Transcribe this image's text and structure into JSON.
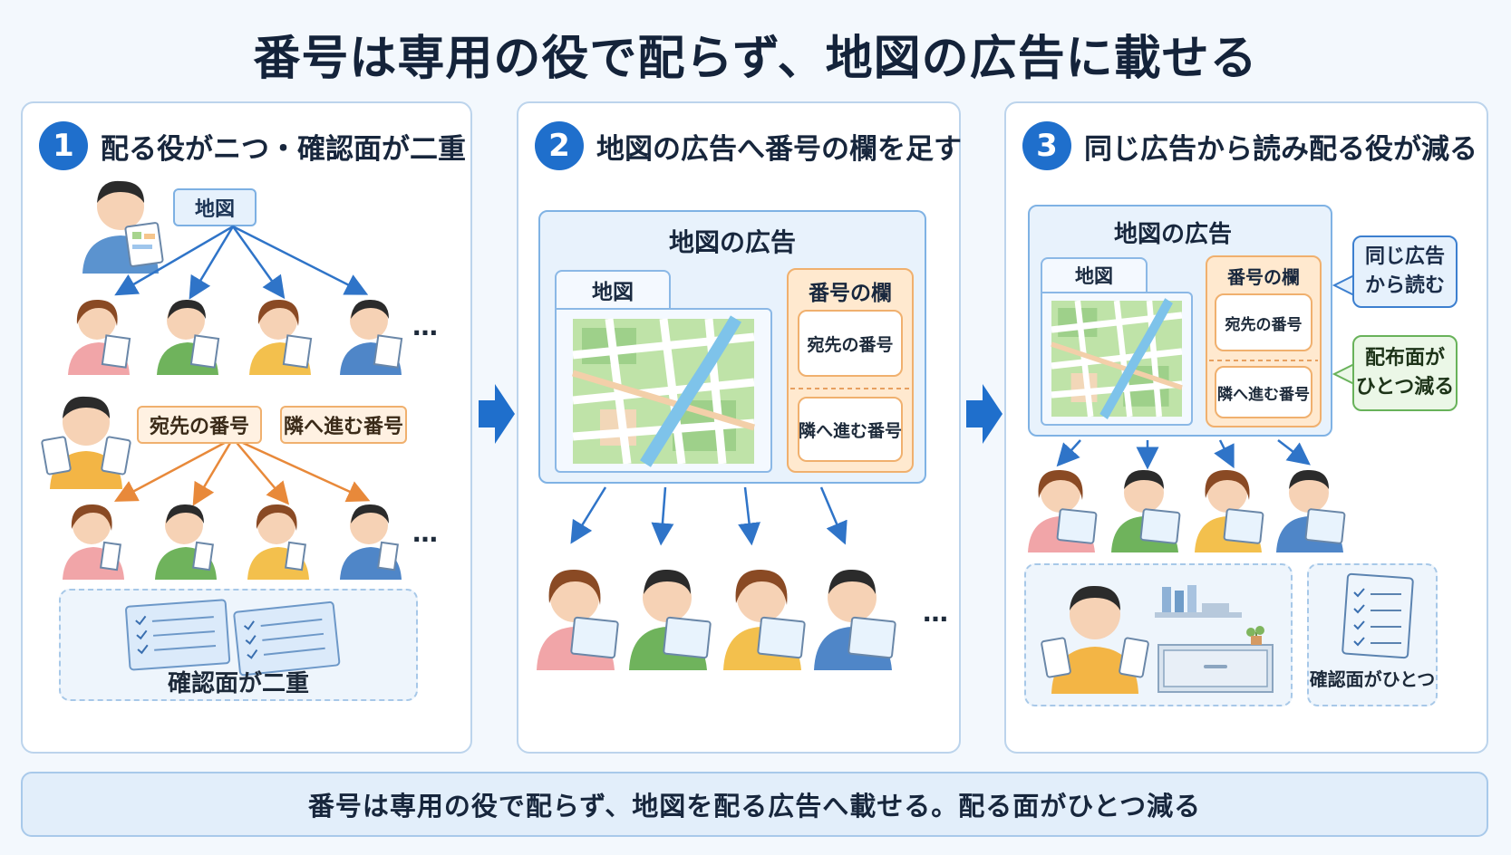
{
  "title": "番号は専用の役で配らず、地図の広告に載せる",
  "steps": [
    {
      "number": "1",
      "title": "配る役がニつ・確認面が二重",
      "map_tag": "地図",
      "dest_tag": "宛先の番号",
      "next_tag": "隣へ進む番号",
      "ellipsis": "…",
      "caption": "確認面が二重"
    },
    {
      "number": "2",
      "title": "地図の広告へ番号の欄を足す",
      "ad_label": "地図の広告",
      "map_tab": "地図",
      "num_col": "番号の欄",
      "dest_card": "宛先の番号",
      "next_card": "隣へ進む番号",
      "ellipsis": "…"
    },
    {
      "number": "3",
      "title": "同じ広告から読み配る役が減る",
      "ad_label": "地図の広告",
      "map_tab": "地図",
      "num_col": "番号の欄",
      "dest_card": "宛先の番号",
      "next_card": "隣へ進む番号",
      "callout_same": "同じ広告\nから読む",
      "callout_less": "配布面が\nひとつ減る",
      "caption": "確認面がひとつ"
    }
  ],
  "footer": "番号は専用の役で配らず、地図を配る広告へ載せる。配る面がひとつ減る",
  "colors": {
    "accent_blue": "#1f6fcc",
    "arrow_orange": "#e8893a",
    "callout_green": "#68b25a"
  }
}
